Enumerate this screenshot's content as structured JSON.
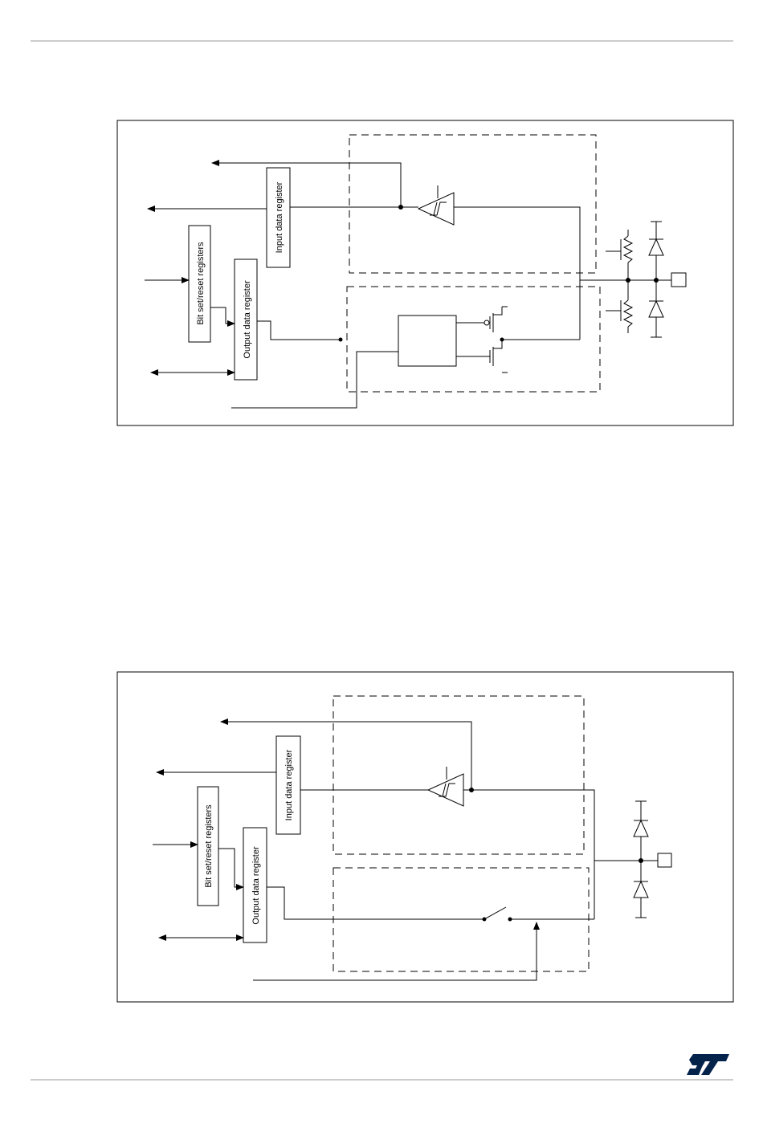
{
  "figure1": {
    "labels": {
      "input_data_register": "Input data register",
      "output_data_register": "Output data register",
      "bit_set_reset_registers": "Bit set/reset registers"
    }
  },
  "figure2": {
    "labels": {
      "input_data_register": "Input data register",
      "output_data_register": "Output data register",
      "bit_set_reset_registers": "Bit set/reset registers"
    }
  },
  "logo": {
    "text": "ST",
    "color": "#03234B"
  }
}
